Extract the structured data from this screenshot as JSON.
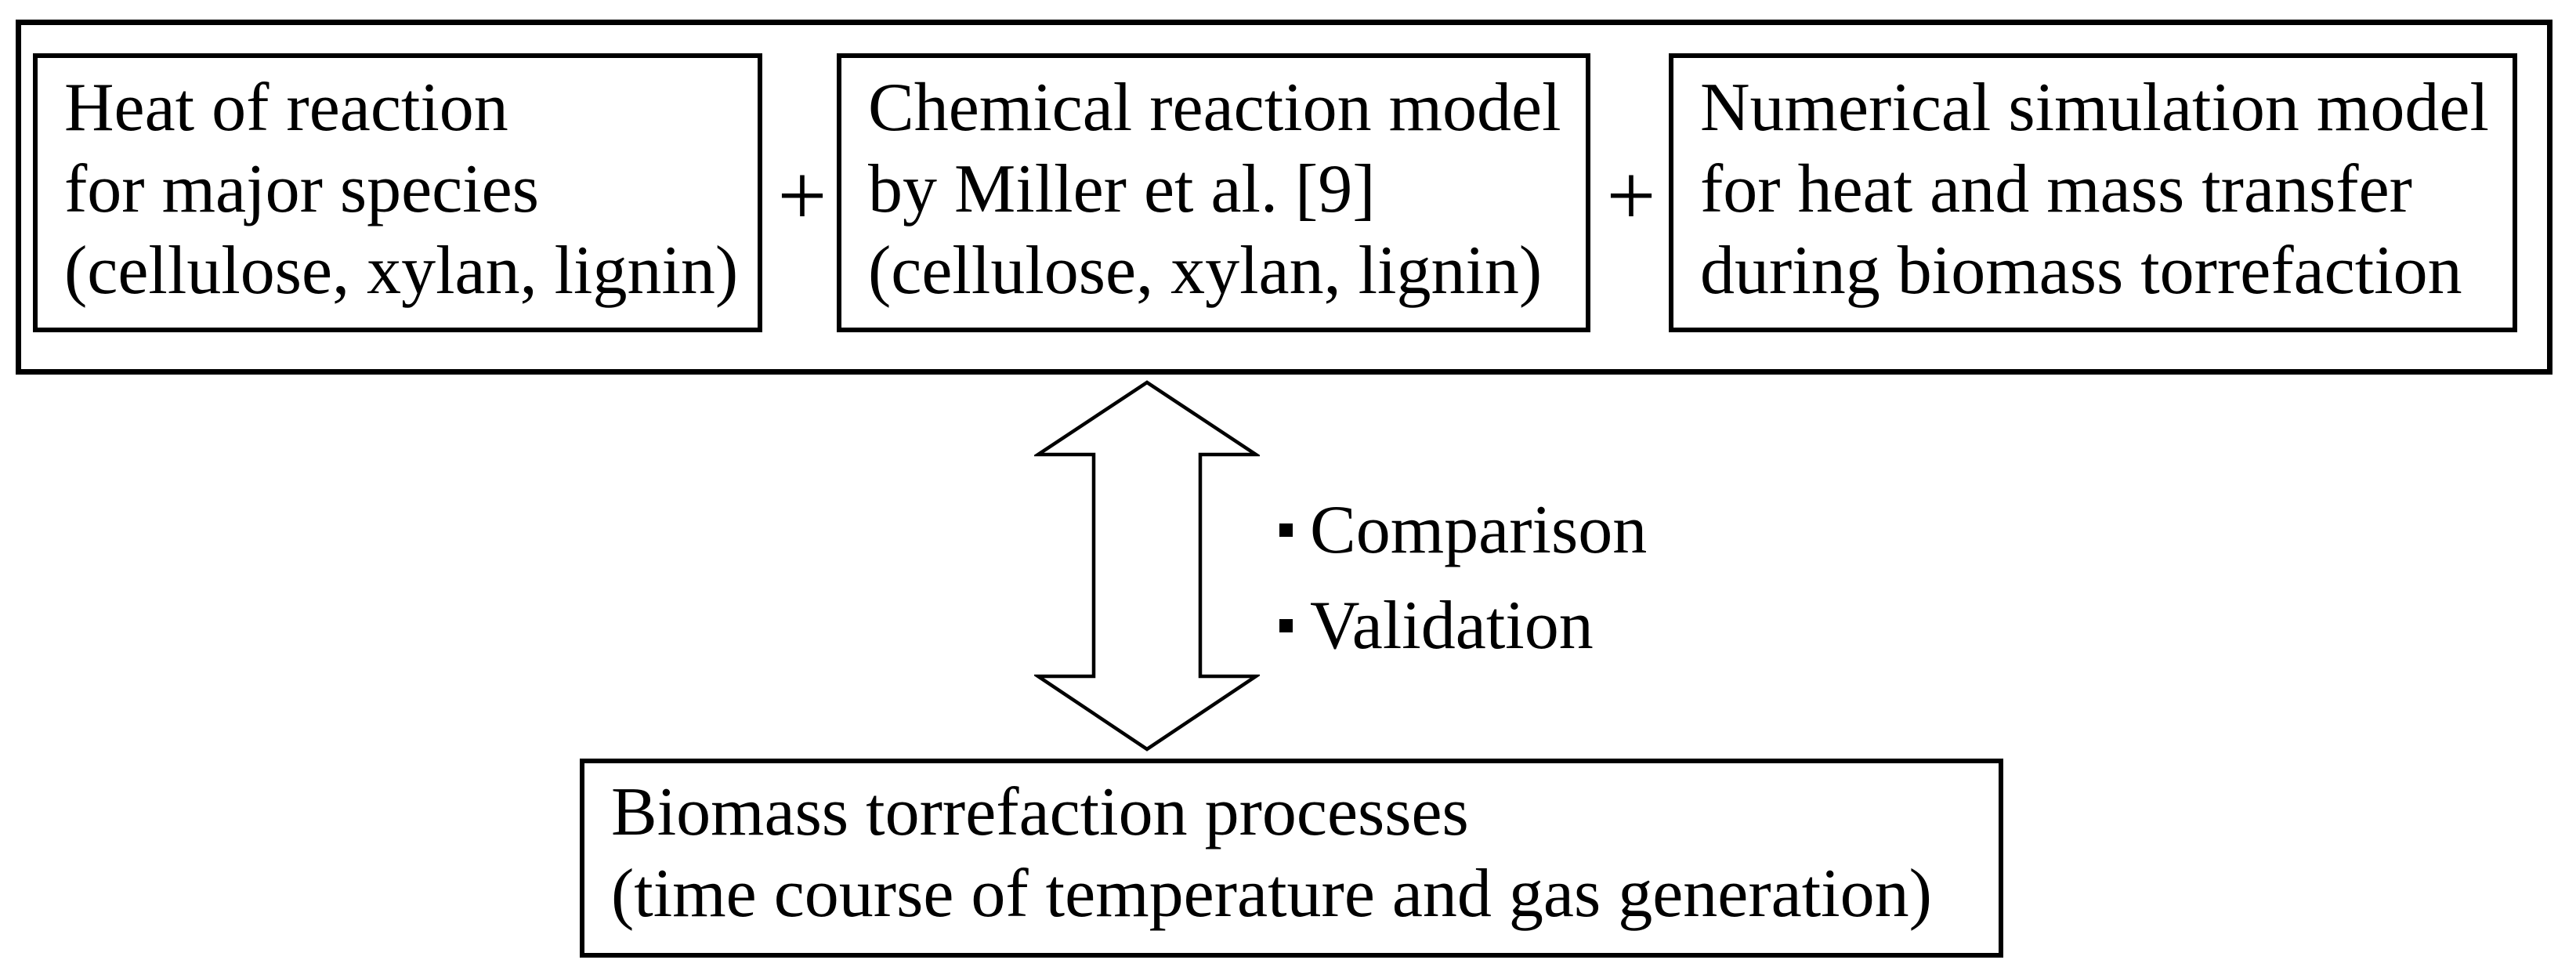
{
  "diagram": {
    "colors": {
      "ink": "#000000",
      "background": "#ffffff"
    },
    "plus": "+",
    "top_row": {
      "boxes": [
        {
          "lines": [
            "Heat of reaction",
            "for major species",
            "(cellulose, xylan, lignin)"
          ]
        },
        {
          "lines": [
            "Chemical reaction model",
            "by Miller et al. [9]",
            "(cellulose, xylan, lignin)"
          ]
        },
        {
          "lines": [
            "Numerical simulation model",
            "for heat and mass transfer",
            "during biomass torrefaction"
          ]
        }
      ]
    },
    "arrow_annotations": [
      {
        "label": "Comparison"
      },
      {
        "label": "Validation"
      }
    ],
    "bottom_box": {
      "lines": [
        "Biomass torrefaction processes",
        "(time course of temperature and gas generation)"
      ]
    }
  }
}
